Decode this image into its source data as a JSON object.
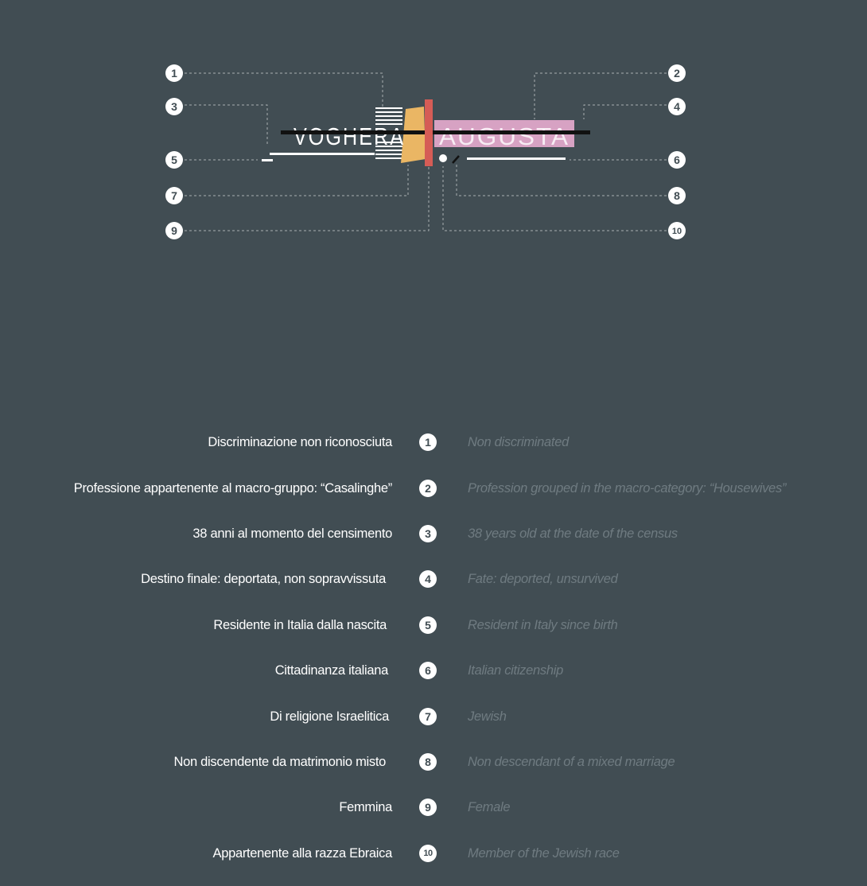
{
  "glyph": {
    "surname": "VOGHERA",
    "first_name": "AUGUSTA",
    "callout_numbers": [
      "1",
      "2",
      "3",
      "4",
      "5",
      "6",
      "7",
      "8",
      "9",
      "10"
    ]
  },
  "colors": {
    "background": "#414d53",
    "ochre": "#eab664",
    "pink": "#d7a2c3",
    "red": "#d55c56",
    "italian_text": "#ffffff",
    "english_text": "#6f7b81"
  },
  "legend": [
    {
      "num": "1",
      "it": "Discriminazione  non riconosciuta",
      "en": "Non discriminated"
    },
    {
      "num": "2",
      "it": "Professione appartenente al macro-gruppo: “Casalinghe”",
      "en": "Profession grouped in the macro-category: “Housewives”"
    },
    {
      "num": "3",
      "it": "38 anni al momento del censimento",
      "en": "38 years old at the date of the census"
    },
    {
      "num": "4",
      "it": "Destino finale: deportata, non sopravvissuta",
      "en": "Fate: deported, unsurvived"
    },
    {
      "num": "5",
      "it": "Residente in Italia dalla nascita",
      "en": "Resident in Italy since birth"
    },
    {
      "num": "6",
      "it": "Cittadinanza italiana",
      "en": "Italian citizenship"
    },
    {
      "num": "7",
      "it": "Di religione Israelitica",
      "en": "Jewish"
    },
    {
      "num": "8",
      "it": "Non discendente da matrimonio misto",
      "en": "Non descendant of a mixed marriage"
    },
    {
      "num": "9",
      "it": "Femmina",
      "en": "Female"
    },
    {
      "num": "10",
      "it": "Appartenente alla razza Ebraica",
      "en": "Member of the Jewish race"
    }
  ]
}
